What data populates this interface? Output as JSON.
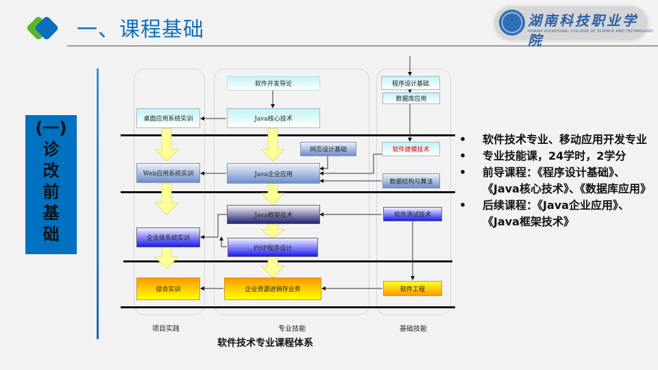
{
  "header": {
    "title": "一、课程基础",
    "logo": {
      "name_cn": "湖南科技职业学院",
      "name_en": "HUNAN VOCATIONAL COLLEGE OF SCIENCE AND TECHNOLOGY"
    }
  },
  "section": {
    "label_lines": [
      "(一)",
      "诊",
      "改",
      "前",
      "基",
      "础"
    ]
  },
  "diagram": {
    "caption": "软件技术专业课程体系",
    "lanes": {
      "practice": "项目实践",
      "professional": "专业技能",
      "foundation": "基础技能"
    },
    "boxes": {
      "intro": "软件开发导论",
      "java_core": "Java核心技术",
      "desktop_training": "桌面应用系统实训",
      "web_design": "网页设计基础",
      "java_enterprise": "Java企业应用",
      "web_training": "Web应用系统实训",
      "java_framework": "Java框架技术",
      "php": "PHP程序设计",
      "enterprise_training": "企业级系统实训",
      "erp": "企业资源进销存业务",
      "comprehensive_training": "综合实训",
      "programming_basics": "程序设计基础",
      "database": "数据库应用",
      "modeling": "软件建模技术",
      "data_structures": "数据结构与算法",
      "testing": "软件测试技术",
      "software_engineering": "软件工程"
    }
  },
  "bullets": [
    "软件技术专业、移动应用开发专业",
    "专业技能课，24学时，2学分",
    "前导课程：《程序设计基础》、《Java核心技术》、《数据库应用》",
    "后续课程：《Java企业应用》、《Java框架技术》"
  ],
  "bullet_symbol": "•",
  "colors": {
    "title": "#0b6fbd",
    "section_bg": "#0070c0",
    "logo_green": "#5ab52e",
    "logo_blue": "#0b6fbd",
    "modeling_text": "#e00000"
  }
}
